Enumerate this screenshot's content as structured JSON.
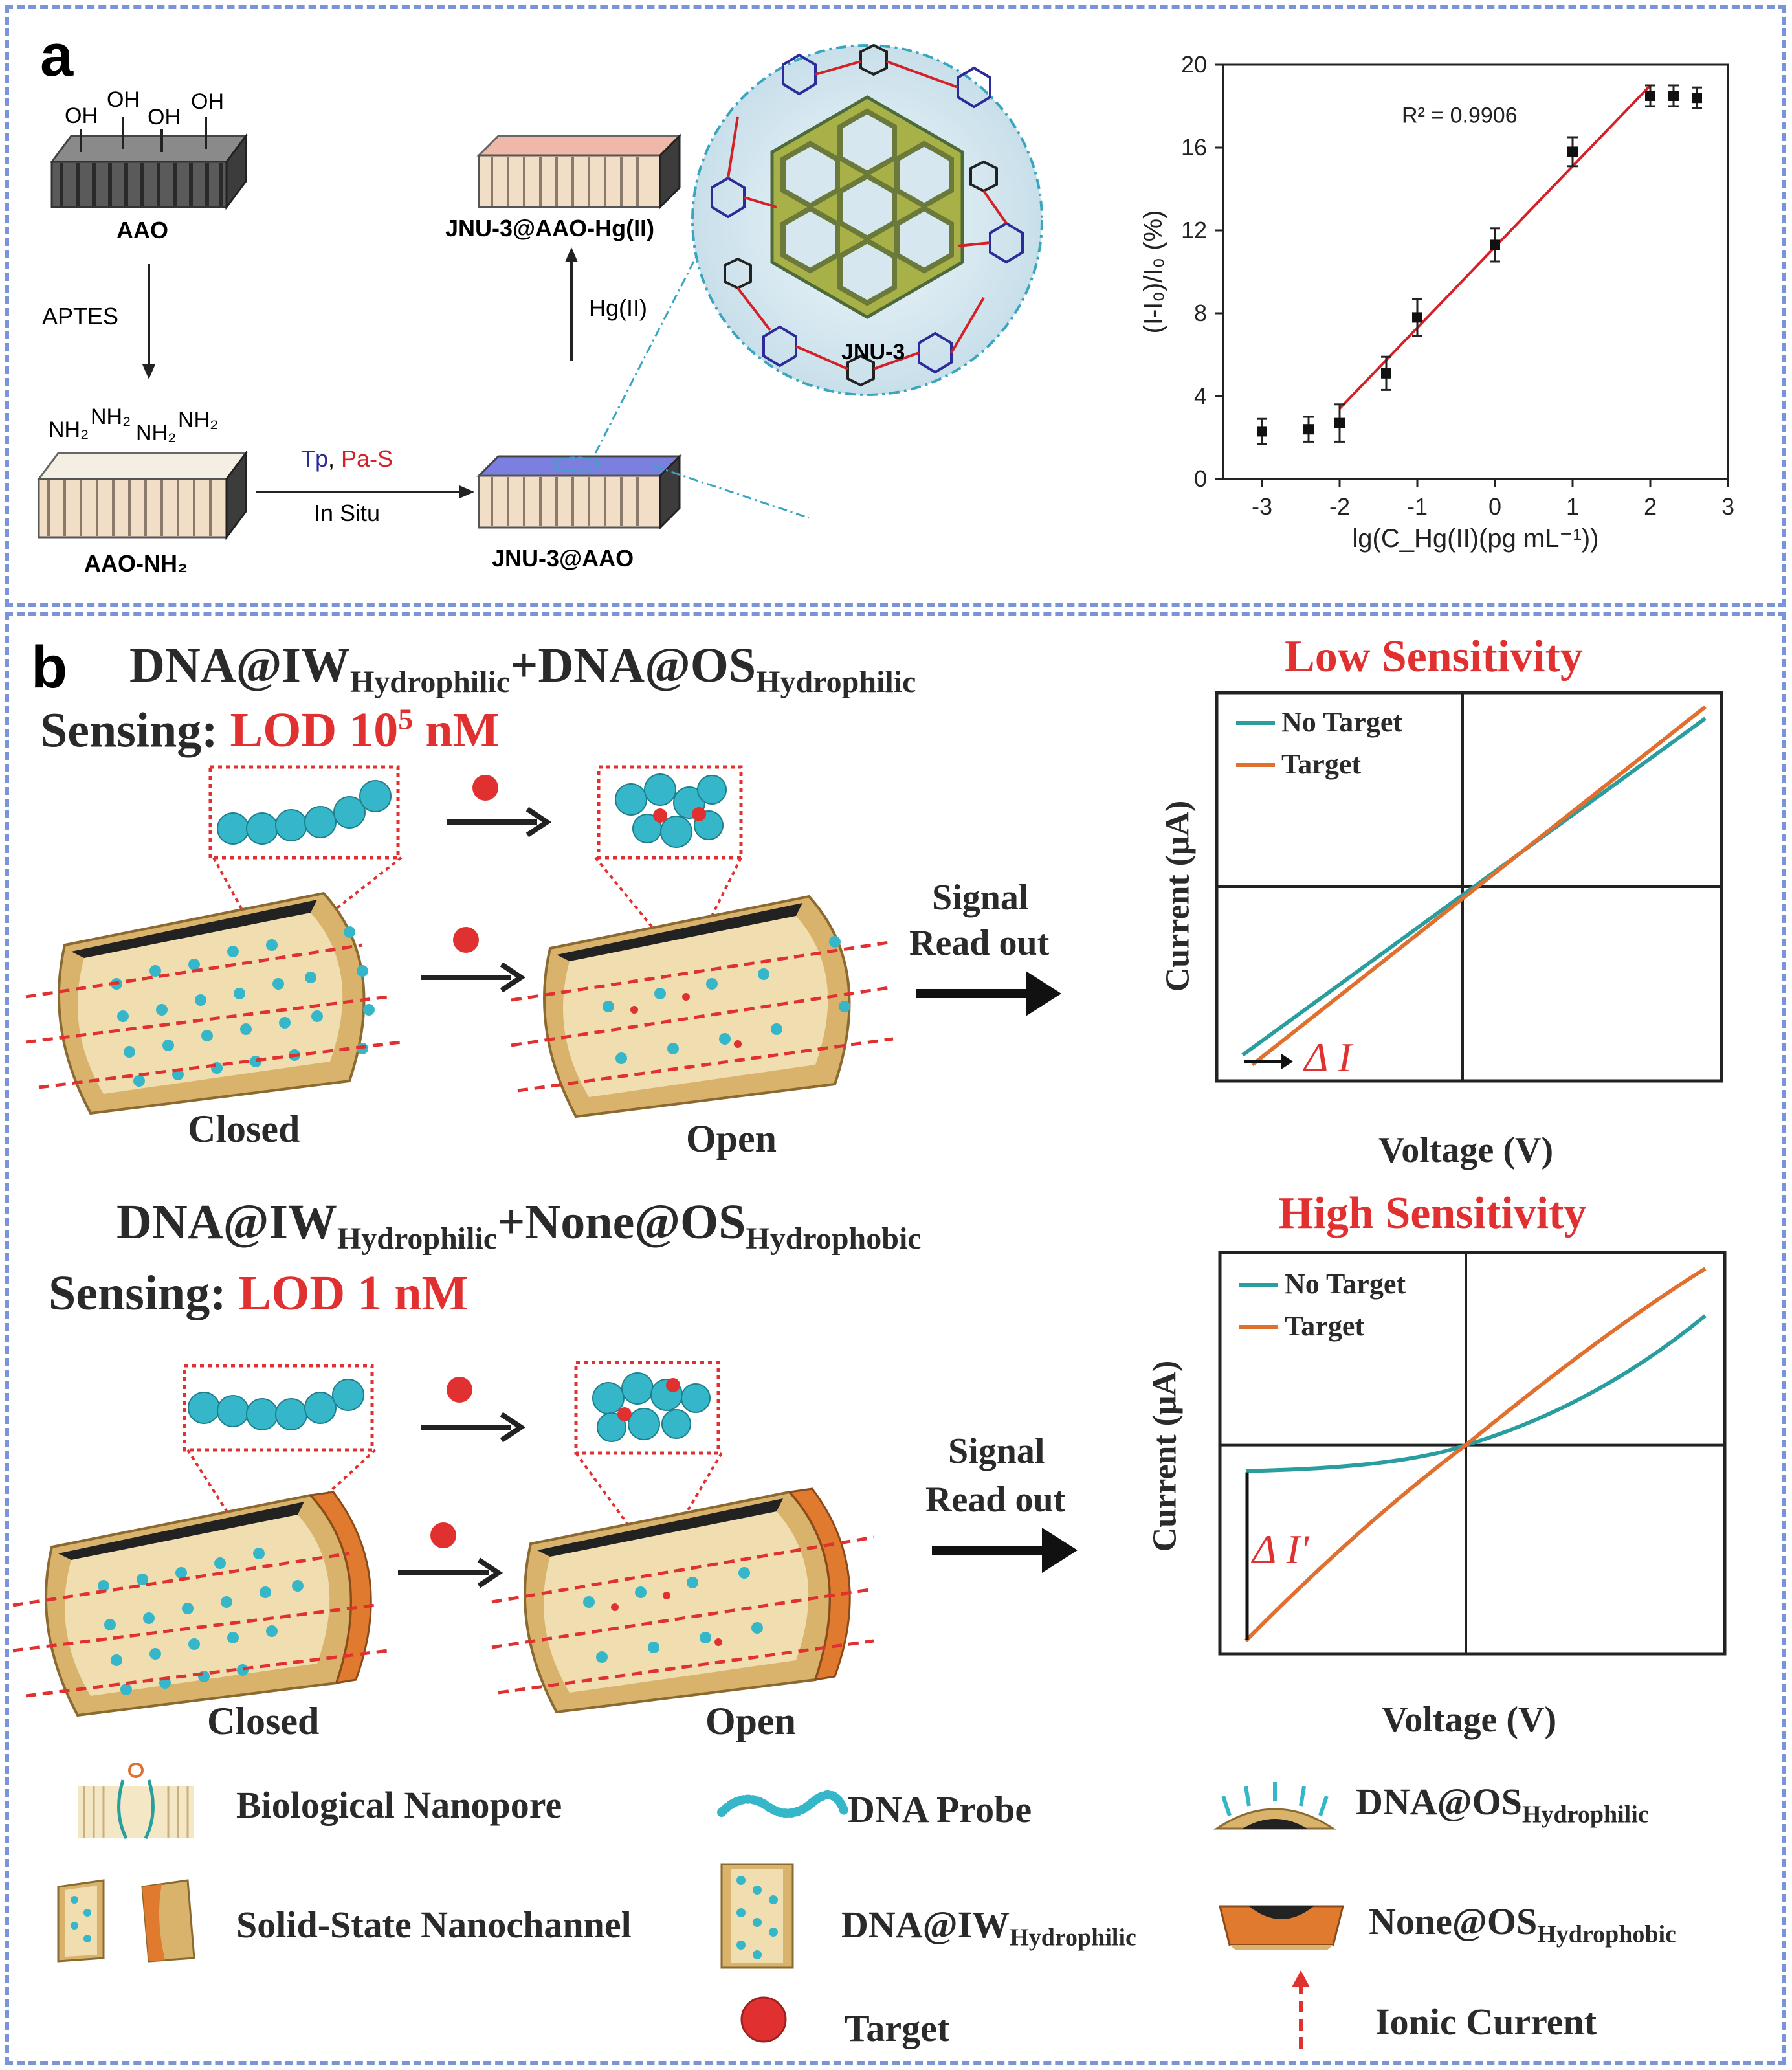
{
  "panel_a": {
    "label": "a",
    "aao": "AAO",
    "oh": "OH",
    "aptes": "APTES",
    "nh2": "NH₂",
    "aao_nh2": "AAO-NH₂",
    "tp": "Tp",
    "comma": ",",
    "pa_s": "Pa-S",
    "in_situ": "In Situ",
    "jnu3_aao": "JNU-3@AAO",
    "hg": "Hg(II)",
    "jnu3_aao_hg": "JNU-3@AAO-Hg(II)",
    "jnu3": "JNU-3",
    "colors": {
      "tp": "#2b2b9a",
      "pa_s": "#d42027",
      "frame": "#38a6c0"
    }
  },
  "chart_data": {
    "type": "scatter",
    "title": "",
    "xlabel": "lg(C_Hg(II)(pg mL⁻¹))",
    "ylabel": "(I-I₀)/I₀ (%)",
    "xlim": [
      -3.5,
      3
    ],
    "ylim": [
      0,
      20
    ],
    "xticks": [
      "-3",
      "-2",
      "-1",
      "0",
      "1",
      "2",
      "3"
    ],
    "yticks": [
      "0",
      "4",
      "8",
      "12",
      "16",
      "20"
    ],
    "annotation": "R² = 0.9906",
    "series": [
      {
        "x": [
          -3,
          -2.4,
          -2,
          -1.4,
          -1,
          0,
          1,
          2,
          2.3,
          2.6
        ],
        "y": [
          2.3,
          2.4,
          2.7,
          5.1,
          7.8,
          11.3,
          15.8,
          18.5,
          18.5,
          18.4
        ],
        "err": [
          0.6,
          0.6,
          0.9,
          0.8,
          0.9,
          0.8,
          0.7,
          0.5,
          0.5,
          0.5
        ]
      }
    ],
    "fit": {
      "x": [
        -2,
        2
      ],
      "y": [
        3.4,
        19.0
      ],
      "color": "#d42027"
    }
  },
  "panel_b": {
    "label": "b",
    "row1": {
      "t1": "DNA@IW",
      "t1_sub": "Hydrophilic",
      "t2": "+DNA@OS",
      "t2_sub": "Hydrophilic",
      "sensing": "Sensing: ",
      "lod": "LOD 10",
      "lod_sup": "5",
      "lod_unit": " nM",
      "closed": "Closed",
      "open": "Open",
      "signal": "Signal",
      "read": "Read out",
      "graph_title": "Low Sensitivity",
      "legend_no": "No Target",
      "legend_t": "Target",
      "ylabel": "Current (μA)",
      "xlabel": "Voltage (V)",
      "delta": "Δ I"
    },
    "row2": {
      "t1": "DNA@IW",
      "t1_sub": "Hydrophilic",
      "t2": "+None@OS",
      "t2_sub": "Hydrophobic",
      "sensing": "Sensing: ",
      "lod": "LOD 1 nM",
      "closed": "Closed",
      "open": "Open",
      "signal": "Signal",
      "read": "Read out",
      "graph_title": "High Sensitivity",
      "legend_no": "No Target",
      "legend_t": "Target",
      "ylabel": "Current (μA)",
      "xlabel": "Voltage (V)",
      "delta": "Δ I′"
    },
    "legend": {
      "bio": "Biological Nanopore",
      "dna_probe": "DNA Probe",
      "os_hydrophilic": "DNA@OS",
      "os_hydrophilic_sub": "Hydrophilic",
      "solid": "Solid-State Nanochannel",
      "iw_hydrophilic": "DNA@IW",
      "iw_hydrophilic_sub": "Hydrophilic",
      "os_hydrophobic": "None@OS",
      "os_hydrophobic_sub": "Hydrophobic",
      "target": "Target",
      "ionic": "Ionic Current"
    },
    "colors": {
      "teal": "#2a9d9e",
      "orange": "#e07030",
      "red": "#e03030",
      "wall": "#d9b36c",
      "bead": "#35b7c9"
    }
  }
}
